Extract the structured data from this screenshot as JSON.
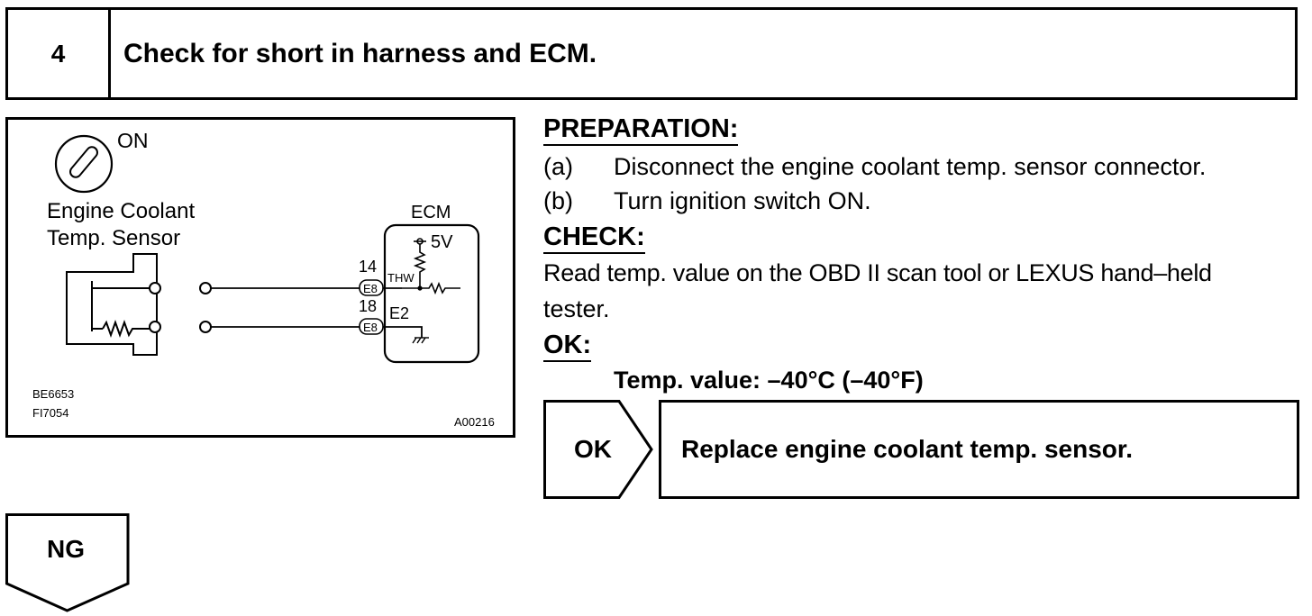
{
  "step": {
    "number": "4",
    "title": "Check for short in harness and ECM."
  },
  "diagram": {
    "ignition_label": "ON",
    "sensor_label_line1": "Engine Coolant",
    "sensor_label_line2": "Temp. Sensor",
    "ecm_label": "ECM",
    "voltage_label": "5V",
    "pin_top_number": "14",
    "pin_top_connector": "E8",
    "pin_top_signal": "THW",
    "pin_bottom_number": "18",
    "pin_bottom_connector": "E8",
    "pin_bottom_signal": "E2",
    "code1": "BE6653",
    "code2": "FI7054",
    "figure_id": "A00216"
  },
  "preparation": {
    "heading": "PREPARATION:",
    "items": [
      {
        "marker": "(a)",
        "text": "Disconnect the engine coolant temp. sensor connector."
      },
      {
        "marker": "(b)",
        "text": "Turn ignition switch ON."
      }
    ]
  },
  "check": {
    "heading": "CHECK:",
    "line1": "Read temp. value on the OBD II scan tool or LEXUS hand–held",
    "line2": "tester."
  },
  "ok": {
    "heading": "OK:",
    "value_text": "Temp. value:  –40°C (–40°F)"
  },
  "results": {
    "ok_label": "OK",
    "ok_action": "Replace engine coolant temp. sensor.",
    "ng_label": "NG"
  }
}
